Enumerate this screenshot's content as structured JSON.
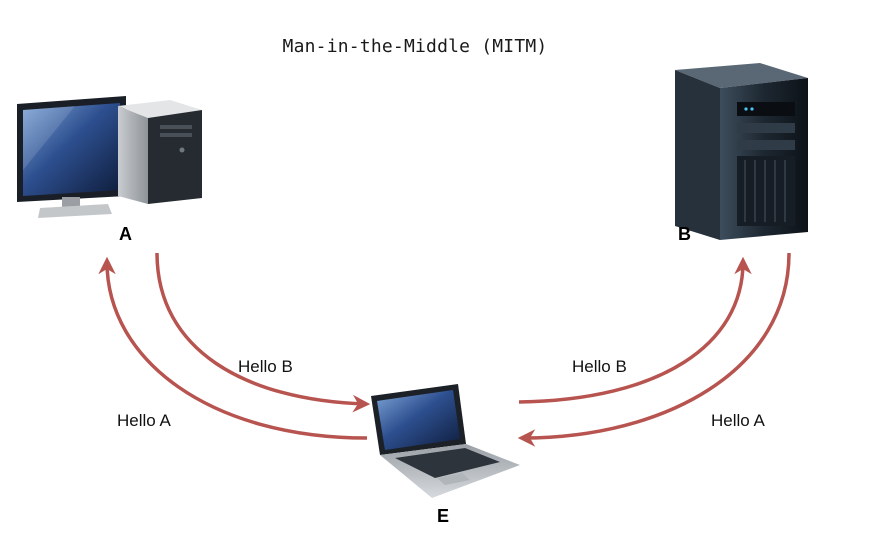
{
  "title": "Man-in-the-Middle (MITM)",
  "nodes": {
    "a": {
      "label": "A",
      "icon": "desktop-computer-icon"
    },
    "b": {
      "label": "B",
      "icon": "server-tower-icon"
    },
    "e": {
      "label": "E",
      "icon": "laptop-icon"
    }
  },
  "edges": [
    {
      "from": "A",
      "to": "E",
      "label": "Hello B"
    },
    {
      "from": "E",
      "to": "A",
      "label": "Hello A"
    },
    {
      "from": "E",
      "to": "B",
      "label": "Hello B"
    },
    {
      "from": "B",
      "to": "E",
      "label": "Hello A"
    }
  ],
  "colors": {
    "arrow": "#b85450"
  }
}
